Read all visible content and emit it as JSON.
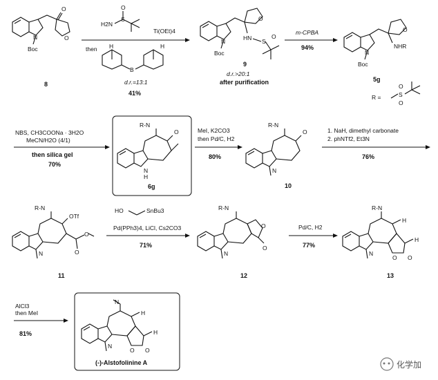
{
  "compounds": {
    "c8": "8",
    "c9": "9",
    "c5g": "5g",
    "c6g": "6g",
    "c10": "10",
    "c11": "11",
    "c12": "12",
    "c13": "13",
    "final": "(-)-Alstofolinine A"
  },
  "atoms": {
    "boc": "Boc",
    "n": "N",
    "o": "O",
    "s": "S",
    "hn": "HN",
    "nhr": "NHR",
    "h": "H",
    "nh_ring": "H",
    "otf": "OTf",
    "r_n": "R-N",
    "n_me": "N",
    "nme_top": "N",
    "sn": "SnBu3",
    "ho": "HO",
    "r_def": "R =",
    "b": "B"
  },
  "steps": {
    "s1": {
      "above": "Ti(OEt)4",
      "reagent_top": "H2N",
      "then": "then",
      "dr": "d.r.=13:1",
      "yield": "41%"
    },
    "s2": {
      "above": "m-CPBA",
      "yield": "94%"
    },
    "s3": {
      "line1": "NBS, CH3COONa · 3H2O",
      "line2": "MeCN/H2O (4/1)",
      "line3": "then silica gel",
      "yield": "70%"
    },
    "s4": {
      "line1": "MeI, K2CO3",
      "line2": "then Pd/C, H2",
      "yield": "80%"
    },
    "s5": {
      "line1": "1. NaH, dimethyl carbonate",
      "line2": "2. phNTf2, Et3N",
      "yield": "76%"
    },
    "s6": {
      "line1": "Pd(PPh3)4, LiCl, Cs2CO3",
      "yield": "71%"
    },
    "s7": {
      "line1": "Pd/C, H2",
      "yield": "77%"
    },
    "s8": {
      "line1": "AlCl3",
      "line2": "then MeI",
      "yield": "81%"
    }
  },
  "notes": {
    "dr9": "d.r.>20:1",
    "purif": "after purification"
  },
  "watermark": "化学加"
}
